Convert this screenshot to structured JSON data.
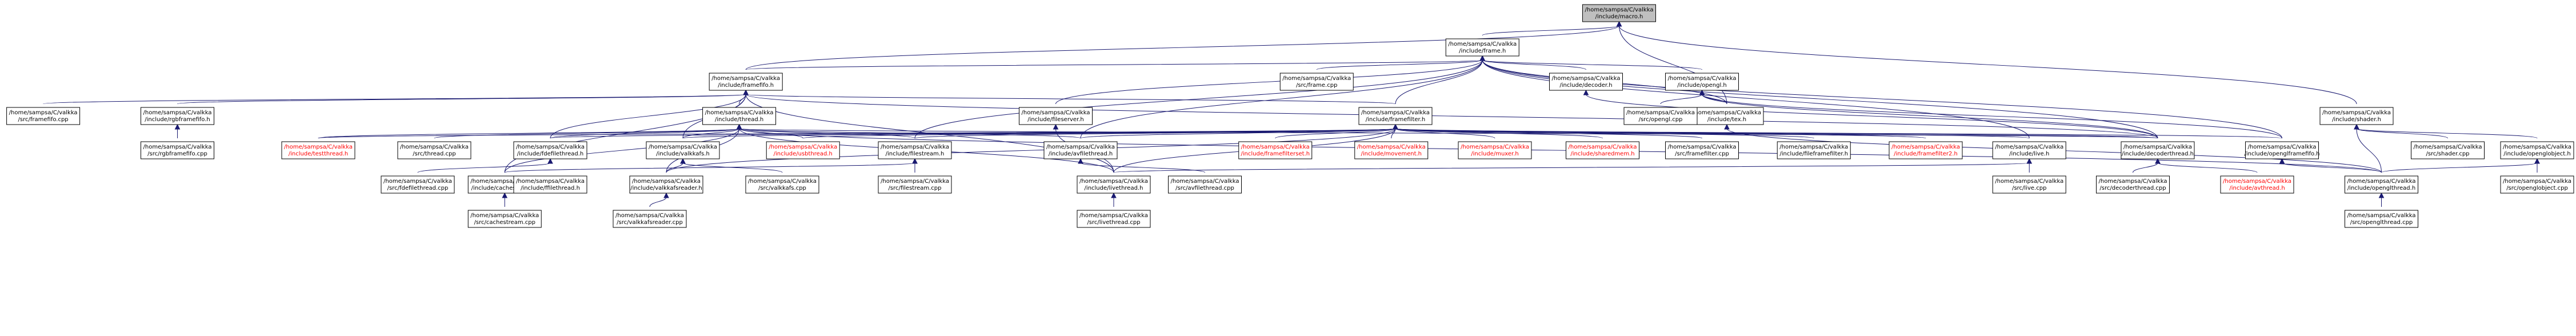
{
  "graph": {
    "nodes": [
      {
        "id": "macro",
        "lines": [
          "/home/sampsa/C/valkka",
          "/include/macro.h"
        ],
        "root": true
      },
      {
        "id": "frame_h",
        "lines": [
          "/home/sampsa/C/valkka",
          "/include/frame.h"
        ]
      },
      {
        "id": "framefifo_h",
        "lines": [
          "/home/sampsa/C/valkka",
          "/include/framefifo.h"
        ]
      },
      {
        "id": "shader_h",
        "lines": [
          "/home/sampsa/C/valkka",
          "/include/shader.h"
        ]
      },
      {
        "id": "tex_h",
        "lines": [
          "/home/sampsa/C/valkka",
          "/include/tex.h"
        ]
      },
      {
        "id": "framefifo_cpp",
        "lines": [
          "/home/sampsa/C/valkka",
          "/src/framefifo.cpp"
        ]
      },
      {
        "id": "rgbframefifo_h",
        "lines": [
          "/home/sampsa/C/valkka",
          "/include/rgbframefifo.h"
        ]
      },
      {
        "id": "rgbframefifo_cpp",
        "lines": [
          "/home/sampsa/C/valkka",
          "/src/rgbframefifo.cpp"
        ]
      },
      {
        "id": "thread_h",
        "lines": [
          "/home/sampsa/C/valkka",
          "/include/thread.h"
        ]
      },
      {
        "id": "testthread_h",
        "lines": [
          "/home/sampsa/C/valkka",
          "/include/testthread.h"
        ],
        "red": true
      },
      {
        "id": "thread_cpp",
        "lines": [
          "/home/sampsa/C/valkka",
          "/src/thread.cpp"
        ]
      },
      {
        "id": "usbthread_h",
        "lines": [
          "/home/sampsa/C/valkka",
          "/include/usbthread.h"
        ],
        "red": true
      },
      {
        "id": "livethread_h",
        "lines": [
          "/home/sampsa/C/valkka",
          "/include/livethread.h"
        ]
      },
      {
        "id": "livethread_cpp",
        "lines": [
          "/home/sampsa/C/valkka",
          "/src/livethread.cpp"
        ]
      },
      {
        "id": "fileserver_h",
        "lines": [
          "/home/sampsa/C/valkka",
          "/include/fileserver.h"
        ]
      },
      {
        "id": "frame_cpp",
        "lines": [
          "/home/sampsa/C/valkka",
          "/src/frame.cpp"
        ]
      },
      {
        "id": "decoder_h",
        "lines": [
          "/home/sampsa/C/valkka",
          "/include/decoder.h"
        ]
      },
      {
        "id": "opengl_h",
        "lines": [
          "/home/sampsa/C/valkka",
          "/include/opengl.h"
        ]
      },
      {
        "id": "opengl_cpp",
        "lines": [
          "/home/sampsa/C/valkka",
          "/src/opengl.cpp"
        ]
      },
      {
        "id": "framefilter_h",
        "lines": [
          "/home/sampsa/C/valkka",
          "/include/framefilter.h"
        ]
      },
      {
        "id": "valkkafs_h",
        "lines": [
          "/home/sampsa/C/valkka",
          "/include/valkkafs.h"
        ]
      },
      {
        "id": "valkkafsreader_h",
        "lines": [
          "/home/sampsa/C/valkka",
          "/include/valkkafsreader.h"
        ]
      },
      {
        "id": "valkkafsreader_cpp",
        "lines": [
          "/home/sampsa/C/valkka",
          "/src/valkkafsreader.cpp"
        ]
      },
      {
        "id": "valkkafs_cpp",
        "lines": [
          "/home/sampsa/C/valkka",
          "/src/valkkafs.cpp"
        ]
      },
      {
        "id": "filestream_h",
        "lines": [
          "/home/sampsa/C/valkka",
          "/include/filestream.h"
        ]
      },
      {
        "id": "cachestream_h",
        "lines": [
          "/home/sampsa/C/valkka",
          "/include/cachestream.h"
        ]
      },
      {
        "id": "cachestream_cpp",
        "lines": [
          "/home/sampsa/C/valkka",
          "/src/cachestream.cpp"
        ]
      },
      {
        "id": "filestream_cpp",
        "lines": [
          "/home/sampsa/C/valkka",
          "/src/filestream.cpp"
        ]
      },
      {
        "id": "avfilethread_h",
        "lines": [
          "/home/sampsa/C/valkka",
          "/include/avfilethread.h"
        ]
      },
      {
        "id": "avfilethread_cpp",
        "lines": [
          "/home/sampsa/C/valkka",
          "/src/avfilethread.cpp"
        ]
      },
      {
        "id": "ffilethread_h",
        "lines": [
          "/home/sampsa/C/valkka",
          "/include/ffilethread.h"
        ]
      },
      {
        "id": "fdefilethread_h",
        "lines": [
          "/home/sampsa/C/valkka",
          "/include/fdefilethread.h"
        ]
      },
      {
        "id": "fdefilethread_cpp",
        "lines": [
          "/home/sampsa/C/valkka",
          "/src/fdefilethread.cpp"
        ]
      },
      {
        "id": "framefilterset_h",
        "lines": [
          "/home/sampsa/C/valkka",
          "/include/framefilterset.h"
        ],
        "red": true
      },
      {
        "id": "movement_h",
        "lines": [
          "/home/sampsa/C/valkka",
          "/include/movement.h"
        ],
        "red": true
      },
      {
        "id": "muxer_h",
        "lines": [
          "/home/sampsa/C/valkka",
          "/include/muxer.h"
        ],
        "red": true
      },
      {
        "id": "sharedmem_h",
        "lines": [
          "/home/sampsa/C/valkka",
          "/include/sharedmem.h"
        ],
        "red": true
      },
      {
        "id": "framefilter_cpp",
        "lines": [
          "/home/sampsa/C/valkka",
          "/src/framefilter.cpp"
        ]
      },
      {
        "id": "fileframefilter_h",
        "lines": [
          "/home/sampsa/C/valkka",
          "/include/fileframefilter.h"
        ]
      },
      {
        "id": "framefilter2_h",
        "lines": [
          "/home/sampsa/C/valkka",
          "/include/framefilter2.h"
        ],
        "red": true
      },
      {
        "id": "live_h",
        "lines": [
          "/home/sampsa/C/valkka",
          "/include/live.h"
        ]
      },
      {
        "id": "live_cpp",
        "lines": [
          "/home/sampsa/C/valkka",
          "/src/live.cpp"
        ]
      },
      {
        "id": "decoderthread_h",
        "lines": [
          "/home/sampsa/C/valkka",
          "/include/decoderthread.h"
        ]
      },
      {
        "id": "decoderthread_cpp",
        "lines": [
          "/home/sampsa/C/valkka",
          "/src/decoderthread.cpp"
        ]
      },
      {
        "id": "avthread_h",
        "lines": [
          "/home/sampsa/C/valkka",
          "/include/avthread.h"
        ],
        "red": true
      },
      {
        "id": "openglframefifo_h",
        "lines": [
          "/home/sampsa/C/valkka",
          "/include/openglframefifo.h"
        ]
      },
      {
        "id": "openglthread_h",
        "lines": [
          "/home/sampsa/C/valkka",
          "/include/openglthread.h"
        ]
      },
      {
        "id": "openglthread_cpp",
        "lines": [
          "/home/sampsa/C/valkka",
          "/src/openglthread.cpp"
        ]
      },
      {
        "id": "shader_cpp",
        "lines": [
          "/home/sampsa/C/valkka",
          "/src/shader.cpp"
        ]
      },
      {
        "id": "openglobject_h",
        "lines": [
          "/home/sampsa/C/valkka",
          "/include/openglobject.h"
        ]
      },
      {
        "id": "openglobject_cpp",
        "lines": [
          "/home/sampsa/C/valkka",
          "/src/openglobject.cpp"
        ]
      }
    ],
    "edges": [
      [
        "macro",
        "frame_h"
      ],
      [
        "macro",
        "framefifo_h"
      ],
      [
        "macro",
        "shader_h"
      ],
      [
        "macro",
        "tex_h"
      ],
      [
        "frame_h",
        "framefifo_h"
      ],
      [
        "frame_h",
        "frame_cpp"
      ],
      [
        "frame_h",
        "decoder_h"
      ],
      [
        "frame_h",
        "opengl_h"
      ],
      [
        "frame_h",
        "tex_h"
      ],
      [
        "frame_h",
        "framefilter_h"
      ],
      [
        "frame_h",
        "fileserver_h"
      ],
      [
        "frame_h",
        "avfilethread_h"
      ],
      [
        "frame_h",
        "filestream_h"
      ],
      [
        "frame_h",
        "live_h"
      ],
      [
        "frame_h",
        "decoderthread_h"
      ],
      [
        "frame_h",
        "openglframefifo_h"
      ],
      [
        "framefifo_h",
        "framefifo_cpp"
      ],
      [
        "framefifo_h",
        "rgbframefifo_h"
      ],
      [
        "framefifo_h",
        "thread_h"
      ],
      [
        "framefifo_h",
        "framefilter_h"
      ],
      [
        "framefifo_h",
        "fdefilethread_h"
      ],
      [
        "framefifo_h",
        "valkkafs_h"
      ],
      [
        "framefifo_h",
        "livethread_h"
      ],
      [
        "framefifo_h",
        "decoderthread_h"
      ],
      [
        "framefifo_h",
        "cachestream_h"
      ],
      [
        "rgbframefifo_h",
        "rgbframefifo_cpp"
      ],
      [
        "thread_h",
        "testthread_h"
      ],
      [
        "thread_h",
        "thread_cpp"
      ],
      [
        "thread_h",
        "usbthread_h"
      ],
      [
        "thread_h",
        "livethread_h"
      ],
      [
        "thread_h",
        "fdefilethread_h"
      ],
      [
        "thread_h",
        "valkkafs_h"
      ],
      [
        "thread_h",
        "filestream_h"
      ],
      [
        "thread_h",
        "avfilethread_h"
      ],
      [
        "thread_h",
        "decoderthread_h"
      ],
      [
        "thread_h",
        "openglthread_h"
      ],
      [
        "thread_h",
        "valkkafsreader_h"
      ],
      [
        "thread_h",
        "cachestream_h"
      ],
      [
        "fileserver_h",
        "livethread_h"
      ],
      [
        "decoder_h",
        "decoderthread_h"
      ],
      [
        "opengl_h",
        "opengl_cpp"
      ],
      [
        "opengl_h",
        "tex_h"
      ],
      [
        "opengl_h",
        "openglframefifo_h"
      ],
      [
        "opengl_h",
        "decoderthread_h"
      ],
      [
        "tex_h",
        "openglthread_h"
      ],
      [
        "framefilter_h",
        "testthread_h"
      ],
      [
        "framefilter_h",
        "usbthread_h"
      ],
      [
        "framefilter_h",
        "valkkafs_h"
      ],
      [
        "framefilter_h",
        "filestream_h"
      ],
      [
        "framefilter_h",
        "avfilethread_h"
      ],
      [
        "framefilter_h",
        "fdefilethread_h"
      ],
      [
        "framefilter_h",
        "framefilterset_h"
      ],
      [
        "framefilter_h",
        "movement_h"
      ],
      [
        "framefilter_h",
        "muxer_h"
      ],
      [
        "framefilter_h",
        "sharedmem_h"
      ],
      [
        "framefilter_h",
        "framefilter_cpp"
      ],
      [
        "framefilter_h",
        "fileframefilter_h"
      ],
      [
        "framefilter_h",
        "framefilter2_h"
      ],
      [
        "framefilter_h",
        "live_h"
      ],
      [
        "framefilter_h",
        "decoderthread_h"
      ],
      [
        "framefilter_h",
        "openglframefifo_h"
      ],
      [
        "framefilter_h",
        "livethread_h"
      ],
      [
        "framefilter_h",
        "valkkafsreader_h"
      ],
      [
        "valkkafs_h",
        "valkkafsreader_h"
      ],
      [
        "valkkafs_h",
        "valkkafs_cpp"
      ],
      [
        "valkkafsreader_h",
        "valkkafsreader_cpp"
      ],
      [
        "filestream_h",
        "cachestream_h"
      ],
      [
        "filestream_h",
        "filestream_cpp"
      ],
      [
        "cachestream_h",
        "cachestream_cpp"
      ],
      [
        "avfilethread_h",
        "avfilethread_cpp"
      ],
      [
        "fdefilethread_h",
        "fdefilethread_cpp"
      ],
      [
        "livethread_h",
        "livethread_cpp"
      ],
      [
        "live_h",
        "livethread_h"
      ],
      [
        "live_h",
        "live_cpp"
      ],
      [
        "decoderthread_h",
        "decoderthread_cpp"
      ],
      [
        "decoderthread_h",
        "avthread_h"
      ],
      [
        "openglframefifo_h",
        "openglthread_h"
      ],
      [
        "openglthread_h",
        "openglthread_cpp"
      ],
      [
        "shader_h",
        "shader_cpp"
      ],
      [
        "shader_h",
        "openglobject_h"
      ],
      [
        "shader_h",
        "openglthread_h"
      ],
      [
        "openglobject_h",
        "openglobject_cpp"
      ],
      [
        "openglobject_h",
        "openglthread_h"
      ]
    ]
  }
}
